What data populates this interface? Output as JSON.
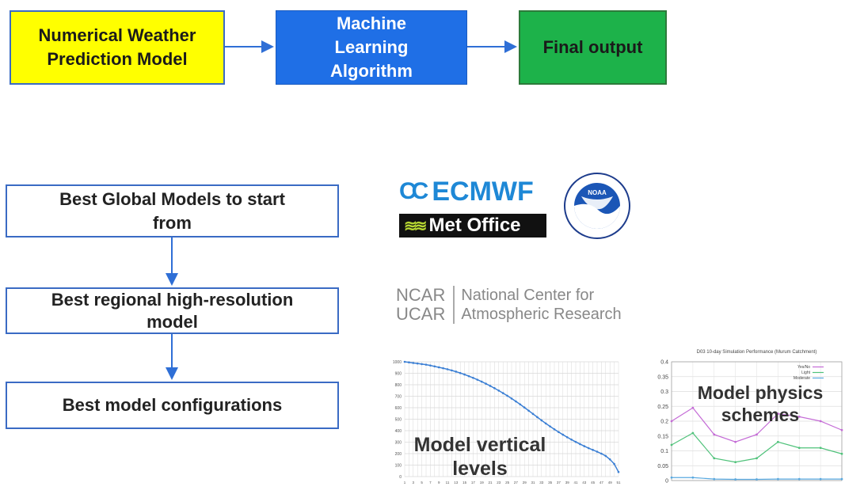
{
  "pipeline": {
    "nwp": "Numerical Weather\nPrediction Model",
    "ml": "Machine\nLearning\nAlgorithm",
    "final": "Final output"
  },
  "hierarchy": {
    "global": "Best Global Models to start\nfrom",
    "regional": "Best regional high-resolution\nmodel",
    "config": "Best model configurations"
  },
  "logos": {
    "ecmwf": "ECMWF",
    "metoffice": "Met Office",
    "noaa": "NOAA",
    "ncar_left": "NCAR\nUCAR",
    "ncar_right": "National Center for\nAtmospheric Research"
  },
  "captions": {
    "vertical": "Model vertical\nlevels",
    "physics": "Model physics\nschemes"
  },
  "vertical_chart": {
    "yticks": [
      "0",
      "100",
      "200",
      "300",
      "400",
      "500",
      "600",
      "700",
      "800",
      "900",
      "1000"
    ],
    "values": [
      1000,
      995,
      990,
      985,
      980,
      975,
      968,
      960,
      952,
      944,
      935,
      925,
      914,
      902,
      889,
      875,
      860,
      844,
      827,
      809,
      790,
      770,
      749,
      727,
      704,
      680,
      655,
      629,
      602,
      574,
      546,
      518,
      490,
      463,
      437,
      412,
      388,
      365,
      343,
      322,
      302,
      283,
      265,
      248,
      232,
      217,
      200,
      180,
      150,
      110,
      40
    ],
    "colors": {
      "line": "#3b7fd4",
      "grid": "#d8d8d8"
    }
  },
  "physics_chart": {
    "title": "D03 10-day Simulation Performance (Murum Catchment)",
    "yticks": [
      "0",
      "0.05",
      "0.1",
      "0.15",
      "0.2",
      "0.25",
      "0.3",
      "0.35",
      "0.4"
    ],
    "legend": [
      "Yes/No",
      "Light",
      "Moderate"
    ],
    "series": [
      {
        "name": "Yes/No",
        "color": "#c46bd6",
        "values": [
          0.2,
          0.245,
          0.155,
          0.13,
          0.155,
          0.225,
          0.215,
          0.2,
          0.17
        ]
      },
      {
        "name": "Light",
        "color": "#4fc27a",
        "values": [
          0.12,
          0.16,
          0.075,
          0.062,
          0.075,
          0.13,
          0.11,
          0.11,
          0.09
        ]
      },
      {
        "name": "Moderate",
        "color": "#59a9e0",
        "values": [
          0.01,
          0.01,
          0.005,
          0.004,
          0.004,
          0.005,
          0.005,
          0.005,
          0.005
        ]
      }
    ]
  }
}
